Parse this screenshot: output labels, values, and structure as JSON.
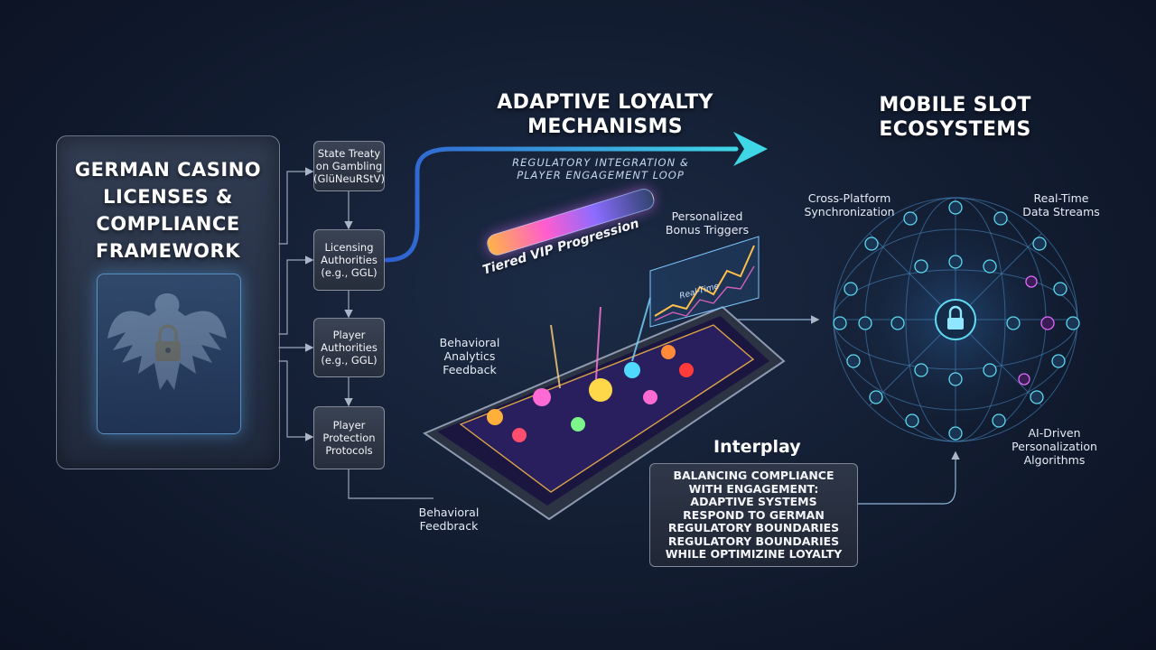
{
  "left_panel": {
    "title": "GERMAN CASINO\nLICENSES &\nCOMPLIANCE\nFRAMEWORK"
  },
  "flow": [
    "State Treaty on Gambling (GlüNeuRStV)",
    "Licensing Authorities (e.g., GGL)",
    "Player Authorities (e.g., GGL)",
    "Player Protection Protocols"
  ],
  "behavioral_feedback_bottom": "Behavioral\nFeedbrack",
  "middle": {
    "heading": "ADAPTIVE LOYALTY\nMECHANISMS",
    "subheading": "REGULATORY INTEGRATION &\nPLAYER ENGAGEMENT LOOP",
    "tiered_vip": "Tiered VIP Progression",
    "personalized_bonus": "Personalized\nBonus Triggers",
    "behavioral_analytics": "Behavioral\nAnalytics\nFeedback",
    "real_time_tag": "Real-Time"
  },
  "right": {
    "heading": "MOBILE SLOT\nECOSYSTEMS",
    "cross_platform": "Cross-Platform\nSynchronization",
    "real_time_streams": "Real-Time\nData Streams",
    "ai_driven": "AI-Driven\nPersonalization\nAlgorithms"
  },
  "interplay": {
    "title": "Interplay",
    "text": "BALANCING COMPLIANCE\nWITH ENGAGEMENT:\nADAPTIVE SYSTEMS\nRESPOND TO GERMAN\nREGULATORY BOUNDARIES\nREGULATORY BOUNDARIES\nWHILE OPTIMIZINE LOYALTY"
  },
  "colors": {
    "accent_cyan": "#3fd6e6",
    "accent_blue": "#3a6fd8",
    "node_cyan": "#5fd8f0",
    "node_pink": "#e06bff",
    "lock_gold": "#e9b64a"
  },
  "icons": [
    "eagle-icon",
    "lock-icon",
    "arrow-icon",
    "smartphone-icon",
    "network-globe-icon"
  ]
}
